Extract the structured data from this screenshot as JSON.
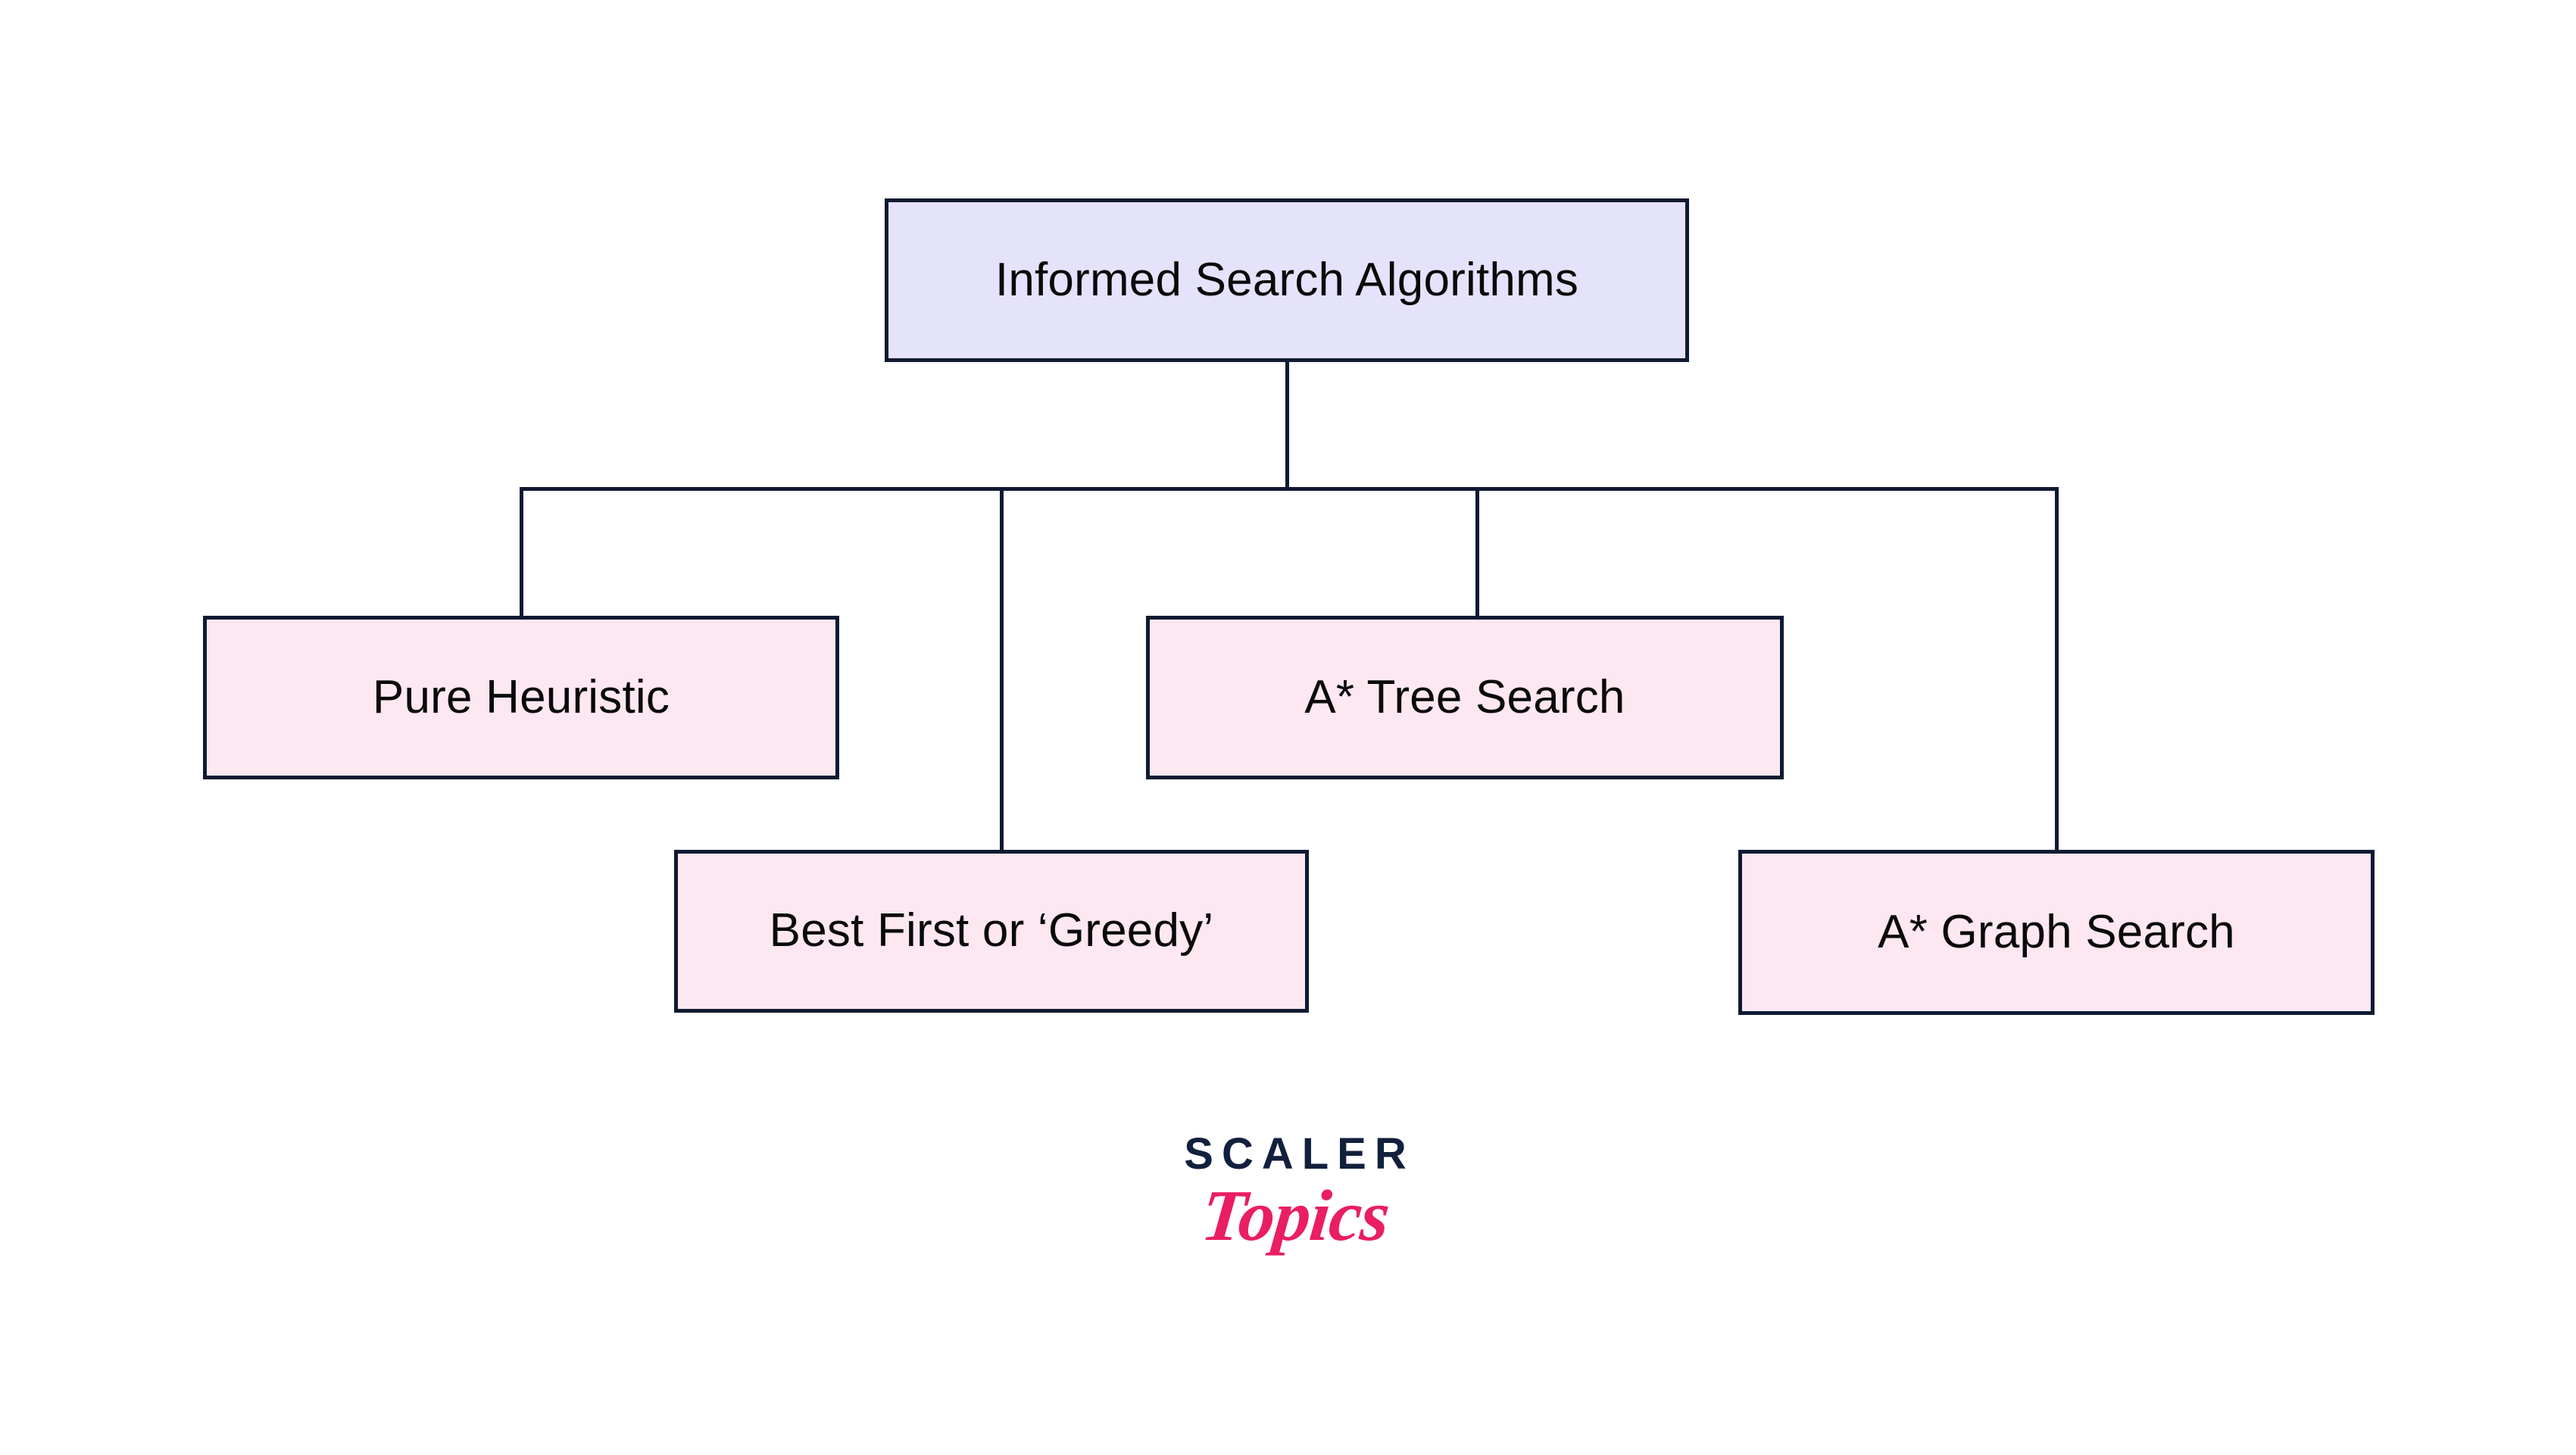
{
  "diagram": {
    "title": "Informed Search Algorithms",
    "type": "tree",
    "root": {
      "label": "Informed Search Algorithms",
      "fill": "#e5e2fb",
      "border": "#0f1a32"
    },
    "children": [
      {
        "label": "Pure Heuristic",
        "fill": "#fde7f1",
        "border": "#0f1a32"
      },
      {
        "label": "Best First or ‘Greedy’",
        "fill": "#fde7f1",
        "border": "#0f1a32"
      },
      {
        "label": "A* Tree Search",
        "fill": "#fde7f1",
        "border": "#0f1a32"
      },
      {
        "label": "A* Graph Search",
        "fill": "#fde7f1",
        "border": "#0f1a32"
      }
    ]
  },
  "logo": {
    "brand": "SCALER",
    "sub": "Topics",
    "brand_color": "#11203c",
    "sub_color": "#e91e63"
  },
  "colors": {
    "background": "#ffffff",
    "line": "#0f1a32",
    "root_fill": "#e5e2fb",
    "leaf_fill": "#fde7f1",
    "text": "#0a0a0a",
    "accent_pink": "#e91e63"
  }
}
